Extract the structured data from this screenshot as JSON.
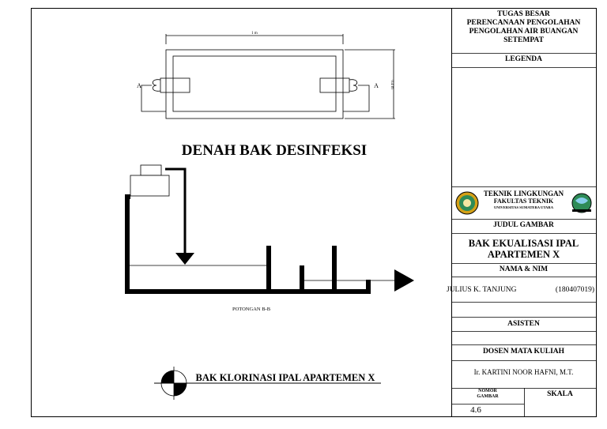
{
  "drawing": {
    "plan_title": "DENAH BAK DESINFEKSI",
    "dim_length": "1 m",
    "dim_width": "0.4 m",
    "section_mark_left": "A",
    "section_mark_right": "A",
    "section_caption": "POTONGAN B-B",
    "sheet_title": "BAK KLORINASI IPAL APARTEMEN X"
  },
  "title_block": {
    "project_title_lines": [
      "TUGAS BESAR",
      "PERENCANAAN PENGOLAHAN",
      "PENGOLAHAN AIR BUANGAN",
      "SETEMPAT"
    ],
    "legend_label": "LEGENDA",
    "institution": {
      "line1": "TEKNIK LINGKUNGAN",
      "line2": "FAKULTAS TEKNIK",
      "line3": "UNIVERSITAS SUMATERA UTARA"
    },
    "drawing_title_label": "JUDUL GAMBAR",
    "drawing_title_lines": [
      "BAK EKUALISASI IPAL",
      "APARTEMEN X"
    ],
    "name_nim_label": "NAMA & NIM",
    "student_name": "JULIUS K. TANJUNG",
    "student_nim": "(180407019)",
    "assistant_label": "ASISTEN",
    "lecturer_label": "DOSEN MATA KULIAH",
    "lecturer_name": "Ir. KARTINI NOOR HAFNI, M.T.",
    "sheet_no_label_lines": [
      "NOMOR",
      "GAMBAR"
    ],
    "scale_label": "SKALA",
    "sheet_number": "4.6"
  },
  "colors": {
    "line": "#000000",
    "paper": "#ffffff",
    "logo_green": "#2e8b57",
    "logo_gold": "#d4a017"
  }
}
